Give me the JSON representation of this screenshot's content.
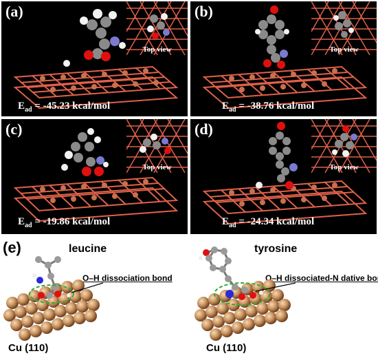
{
  "panels": [
    {
      "label": "(a)",
      "energy_prefix": "E",
      "energy_sub": "ad",
      "energy_value": " = -45.23 kcal/mol",
      "inset_label": "Top view"
    },
    {
      "label": "(b)",
      "energy_prefix": "E",
      "energy_sub": "ad",
      "energy_value": " = -38.76 kcal/mol",
      "inset_label": "Top view"
    },
    {
      "label": "(c)",
      "energy_prefix": "E",
      "energy_sub": "ad",
      "energy_value": " = -19.86 kcal/mol",
      "inset_label": "Top view"
    },
    {
      "label": "(d)",
      "energy_prefix": "E",
      "energy_sub": "ad",
      "energy_value": " = -24.34 kcal/mol",
      "inset_label": "Top view"
    }
  ],
  "section_e": {
    "label": "(e)",
    "left": {
      "name": "leucine",
      "note": "O–H dissociation bond",
      "surface": "Cu (110)"
    },
    "right": {
      "name": "tyrosine",
      "note": "O–H dissociated-N dative bond",
      "surface": "Cu (110)"
    }
  },
  "colors": {
    "copper_lattice": "#e0614a",
    "copper_atom": "#c8704f",
    "carbon": "#8a8a8a",
    "oxygen": "#e01010",
    "nitrogen": "#7a7ad0",
    "hydrogen": "#f2f2f2",
    "cu_sphere": "#c9925e",
    "highlight_ellipse": "#33aa33"
  }
}
